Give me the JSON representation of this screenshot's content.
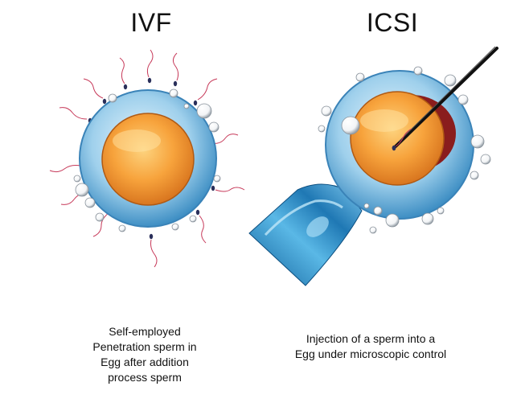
{
  "ivf": {
    "title": "IVF",
    "caption_lines": [
      "Self-employed",
      "Penetration sperm in",
      "Egg after addition",
      "process sperm"
    ]
  },
  "icsi": {
    "title": "ICSI",
    "caption_lines": [
      "Injection of a sperm into a",
      "Egg under microscopic control"
    ]
  },
  "colors": {
    "zona": "#5aa7d3",
    "zona_light": "#cde7f5",
    "cytoplasm": "#f6a13a",
    "cytoplasm_light": "#fcd27a",
    "sperm": "#c73a5a",
    "pipette": "#1f78b4",
    "needle": "#1a1a1a"
  }
}
